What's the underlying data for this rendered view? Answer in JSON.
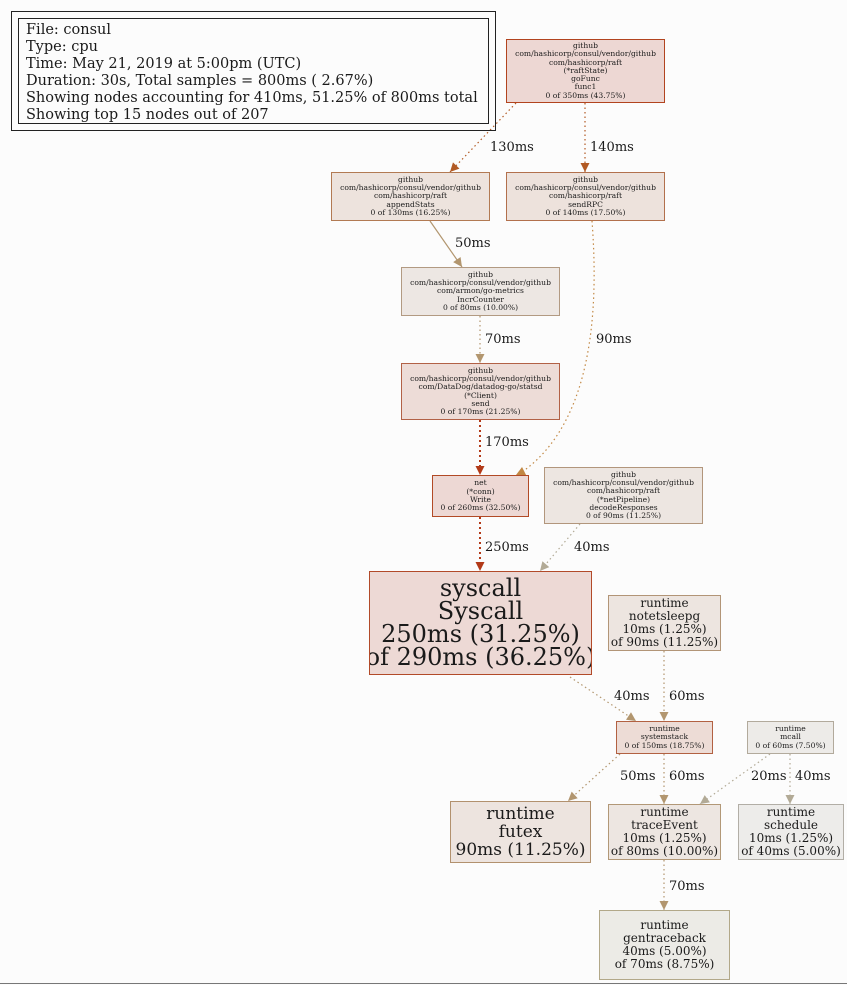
{
  "legend": [
    "File: consul",
    "Type: cpu",
    "Time: May 21, 2019 at 5:00pm (UTC)",
    "Duration: 30s, Total samples = 800ms ( 2.67%)",
    "Showing nodes accounting for 410ms, 51.25% of 800ms total",
    "Showing top 15 nodes out of 207"
  ],
  "nodes": {
    "func1": {
      "lines": [
        "github",
        "com/hashicorp/consul/vendor/github",
        "com/hashicorp/raft",
        "(*raftState)",
        "goFunc",
        "func1",
        "0 of 350ms (43.75%)"
      ],
      "fill": "#edd7d3",
      "stroke": "#b2441f"
    },
    "appendStats": {
      "lines": [
        "github",
        "com/hashicorp/consul/vendor/github",
        "com/hashicorp/raft",
        "appendStats",
        "0 of 130ms (16.25%)"
      ],
      "fill": "#ede3dd",
      "stroke": "#b27a53"
    },
    "sendRPC": {
      "lines": [
        "github",
        "com/hashicorp/consul/vendor/github",
        "com/hashicorp/raft",
        "sendRPC",
        "0 of 140ms (17.50%)"
      ],
      "fill": "#ede2dc",
      "stroke": "#b2704c"
    },
    "IncrCounter": {
      "lines": [
        "github",
        "com/hashicorp/consul/vendor/github",
        "com/armon/go-metrics",
        "IncrCounter",
        "0 of 80ms (10.00%)"
      ],
      "fill": "#ede7e3",
      "stroke": "#b29a82"
    },
    "send": {
      "lines": [
        "github",
        "com/hashicorp/consul/vendor/github",
        "com/DataDog/datadog-go/statsd",
        "(*Client)",
        "send",
        "0 of 170ms (21.25%)"
      ],
      "fill": "#eddcd7",
      "stroke": "#b26146"
    },
    "Write": {
      "lines": [
        "net",
        "(*conn)",
        "Write",
        "0 of 260ms (32.50%)"
      ],
      "fill": "#edd8d4",
      "stroke": "#b24a26"
    },
    "decodeResponses": {
      "lines": [
        "github",
        "com/hashicorp/consul/vendor/github",
        "com/hashicorp/raft",
        "(*netPipeline)",
        "decodeResponses",
        "0 of 90ms (11.25%)"
      ],
      "fill": "#ede6e1",
      "stroke": "#b2967c"
    },
    "Syscall": {
      "lines": [
        "syscall",
        "Syscall",
        "250ms (31.25%)",
        "of 290ms (36.25%)"
      ],
      "fill": "#edd9d5",
      "stroke": "#b24a29"
    },
    "notetsleepg": {
      "lines": [
        "runtime",
        "notetsleepg",
        "10ms (1.25%)",
        "of 90ms (11.25%)"
      ],
      "fill": "#ede5e0",
      "stroke": "#b29577"
    },
    "systemstack": {
      "lines": [
        "runtime",
        "systemstack",
        "0 of 150ms (18.75%)"
      ],
      "fill": "#eddcd6",
      "stroke": "#b26142"
    },
    "mcall": {
      "lines": [
        "runtime",
        "mcall",
        "0 of 60ms (7.50%)"
      ],
      "fill": "#edebe8",
      "stroke": "#b2aa9c"
    },
    "futex": {
      "lines": [
        "runtime",
        "futex",
        "90ms (11.25%)"
      ],
      "fill": "#ede4df",
      "stroke": "#b2916e"
    },
    "traceEvent": {
      "lines": [
        "runtime",
        "traceEvent",
        "10ms (1.25%)",
        "of 80ms (10.00%)"
      ],
      "fill": "#ede6e1",
      "stroke": "#b29877"
    },
    "schedule": {
      "lines": [
        "runtime",
        "schedule",
        "10ms (1.25%)",
        "of 40ms (5.00%)"
      ],
      "fill": "#edecea",
      "stroke": "#b2aea6"
    },
    "gentraceback": {
      "lines": [
        "runtime",
        "gentraceback",
        "40ms (5.00%)",
        "of 70ms (8.75%)"
      ],
      "fill": "#ecebe6",
      "stroke": "#b2a889"
    }
  },
  "edges": [
    {
      "from": "func1",
      "to": "appendStats",
      "label": "130ms",
      "color": "#b25a24",
      "dash": "dotted"
    },
    {
      "from": "func1",
      "to": "sendRPC",
      "label": "140ms",
      "color": "#b25a24",
      "dash": "dotted"
    },
    {
      "from": "appendStats",
      "to": "IncrCounter",
      "label": "50ms",
      "color": "#b2966f",
      "dash": "solid"
    },
    {
      "from": "sendRPC",
      "to": "Write",
      "label": "90ms",
      "color": "#c28844",
      "dash": "dotted"
    },
    {
      "from": "IncrCounter",
      "to": "send",
      "label": "70ms",
      "color": "#b2966f",
      "dash": "dotted"
    },
    {
      "from": "send",
      "to": "Write",
      "label": "170ms",
      "color": "#b23a18",
      "dash": "dotted"
    },
    {
      "from": "Write",
      "to": "Syscall",
      "label": "250ms",
      "color": "#b23a18",
      "dash": "dotted"
    },
    {
      "from": "decodeResponses",
      "to": "Syscall",
      "label": "40ms",
      "color": "#b2aa96",
      "dash": "dotted"
    },
    {
      "from": "Syscall",
      "to": "systemstack",
      "label": "40ms",
      "color": "#b2966f",
      "dash": "dotted"
    },
    {
      "from": "notetsleepg",
      "to": "systemstack",
      "label": "60ms",
      "color": "#b2966f",
      "dash": "dotted"
    },
    {
      "from": "systemstack",
      "to": "futex",
      "label": "50ms",
      "color": "#b2966f",
      "dash": "dotted"
    },
    {
      "from": "systemstack",
      "to": "traceEvent",
      "label": "60ms",
      "color": "#b2966f",
      "dash": "dotted"
    },
    {
      "from": "mcall",
      "to": "traceEvent",
      "label": "20ms",
      "color": "#b2aa96",
      "dash": "dotted"
    },
    {
      "from": "mcall",
      "to": "schedule",
      "label": "40ms",
      "color": "#b2aa96",
      "dash": "dotted"
    },
    {
      "from": "traceEvent",
      "to": "gentraceback",
      "label": "70ms",
      "color": "#b2966f",
      "dash": "dotted"
    }
  ]
}
